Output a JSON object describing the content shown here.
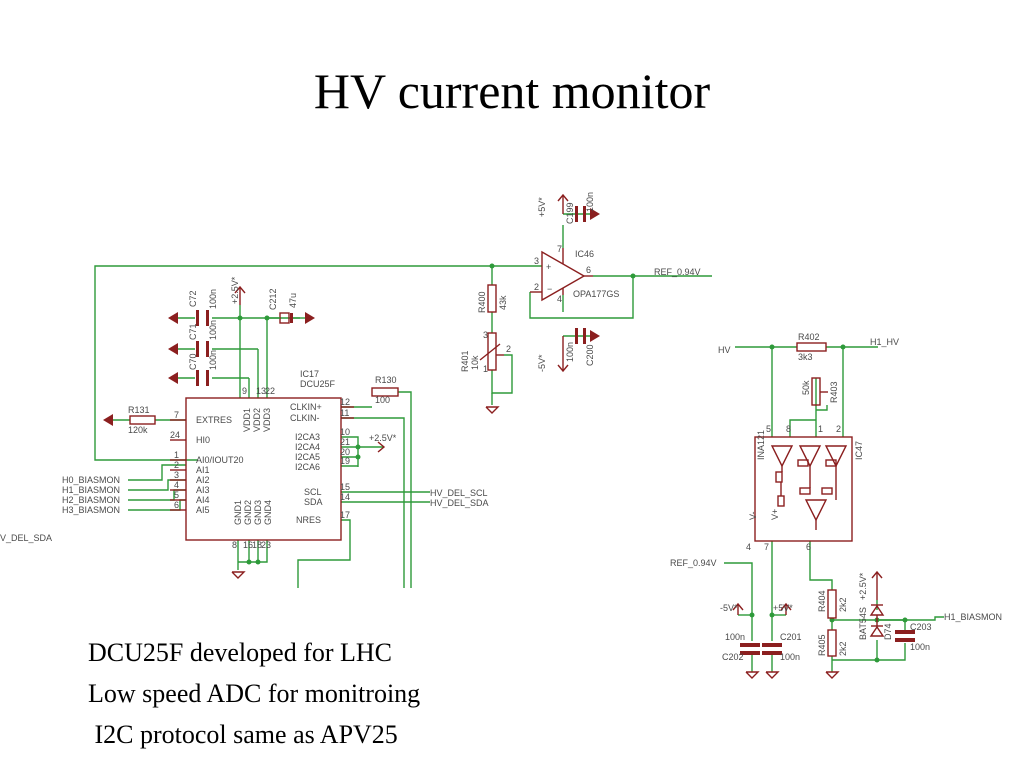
{
  "slide": {
    "title": "HV current monitor",
    "bullets": [
      "DCU25F developed for LHC",
      "Low speed ADC for monitroing",
      " I2C protocol same as APV25"
    ]
  },
  "colors": {
    "wire": "#2e9a3a",
    "part": "#8b1f1f",
    "text": "#000000"
  },
  "schematic": {
    "dcu": {
      "name": "IC17",
      "value": "DCU25F",
      "pins_left": [
        "EXTRES",
        "HI0",
        "AI0/IOUT20",
        "AI1",
        "AI2",
        "AI3",
        "AI4",
        "AI5"
      ],
      "pins_right": [
        "CLKIN+",
        "CLKIN-",
        "I2CA3",
        "I2CA4",
        "I2CA5",
        "I2CA6",
        "SCL",
        "SDA",
        "NRES"
      ],
      "pins_top": [
        "VDD1",
        "VDD2",
        "VDD3"
      ],
      "pins_bottom": [
        "GND1",
        "GND2",
        "GND3",
        "GND4"
      ],
      "pin_nums_left": [
        "7",
        "24",
        "1",
        "2",
        "3",
        "4",
        "5",
        "6"
      ],
      "pin_nums_right": [
        "12",
        "11",
        "10",
        "21",
        "20",
        "19",
        "15",
        "14",
        "17"
      ],
      "pin_nums_top": [
        "9",
        "13",
        "22"
      ],
      "pin_nums_bottom": [
        "8",
        "16",
        "18",
        "23"
      ]
    },
    "caps_left": [
      {
        "name": "C72",
        "value": "100n"
      },
      {
        "name": "C71",
        "value": "100n"
      },
      {
        "name": "C70",
        "value": "100n"
      }
    ],
    "c212": {
      "name": "C212",
      "value": "47u"
    },
    "supply_dcu": "+2.5V*",
    "supply_i2c": "+2.5V*",
    "r131": {
      "name": "R131",
      "value": "120k"
    },
    "r130": {
      "name": "R130",
      "value": "100"
    },
    "biasmon": [
      "H0_BIASMON",
      "H1_BIASMON",
      "H2_BIASMON",
      "H3_BIASMON"
    ],
    "hv_del_scl": "HV_DEL_SCL",
    "hv_del_sda": "HV_DEL_SDA",
    "hv_del_sda_left": "V_DEL_SDA",
    "opamp": {
      "name": "IC46",
      "value": "OPA177GS",
      "out_pin": "6",
      "in_minus_pin": "2",
      "in_plus_pin": "3",
      "vp_pin": "7",
      "vn_pin": "4"
    },
    "ref_out": "REF_0.94V",
    "c199": {
      "name": "C199",
      "value": "100n"
    },
    "c200": {
      "name": "C200",
      "value": "100n"
    },
    "supply_pos5": "+5V*",
    "supply_neg5": "-5V*",
    "r400": {
      "name": "R400",
      "value": "43k"
    },
    "r401": {
      "name": "R401",
      "value": "10k",
      "pins": [
        "3",
        "1",
        "2"
      ]
    },
    "ina": {
      "name": "IC47",
      "value": "INA121",
      "pins_top": [
        "5",
        "8",
        "1",
        "2"
      ],
      "pins_bottom": [
        "4",
        "7",
        "6"
      ],
      "vm": "V-",
      "vp": "V+"
    },
    "r402": {
      "name": "R402",
      "value": "3k3"
    },
    "hv": "HV",
    "h1_hv": "H1_HV",
    "r403": {
      "name": "R403",
      "value": "50k"
    },
    "ref_in": "REF_0.94V",
    "c202": {
      "name": "C202",
      "value": "100n"
    },
    "c201": {
      "name": "C201",
      "value": "100n"
    },
    "supply_neg5b": "-5V*",
    "supply_pos5b": "+5V*",
    "r404": {
      "name": "R404",
      "value": "2k2"
    },
    "r405": {
      "name": "R405",
      "value": "2k2"
    },
    "d74": {
      "name": "D74",
      "value": "BAT54S"
    },
    "supply_diode": "+2.5V*",
    "c203": {
      "name": "C203",
      "value": "100n"
    },
    "h1_biasmon": "H1_BIASMON"
  }
}
